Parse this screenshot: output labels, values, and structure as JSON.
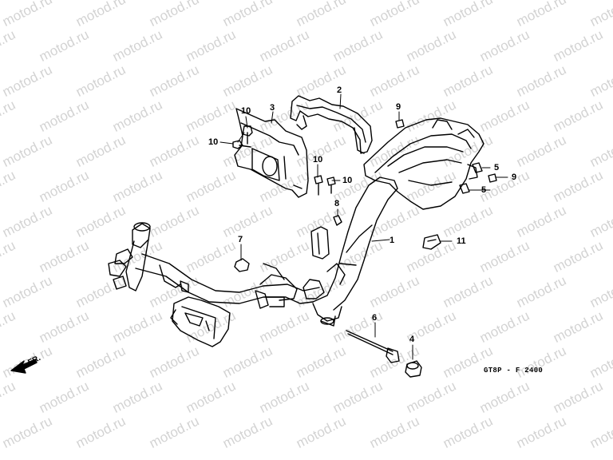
{
  "watermark": {
    "text": "motod.ru"
  },
  "diagram_code": "GT8P - F 2400",
  "direction_label": "FR.",
  "callouts": {
    "c1": "1",
    "c2": "2",
    "c3": "3",
    "c4": "4",
    "c5a": "5",
    "c5b": "5",
    "c6": "6",
    "c7": "7",
    "c8": "8",
    "c9a": "9",
    "c9b": "9",
    "c10a": "10",
    "c10b": "10",
    "c10c": "10",
    "c10d": "10",
    "c11": "11"
  }
}
